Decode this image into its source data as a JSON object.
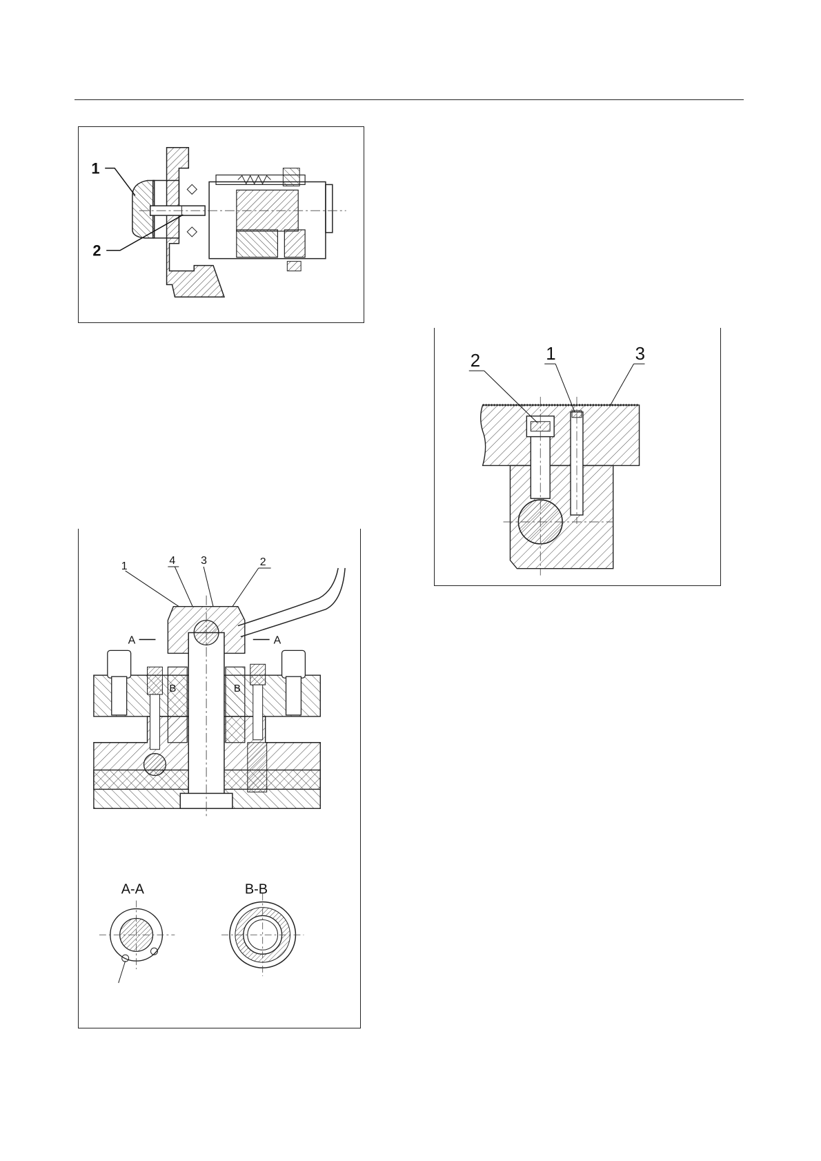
{
  "fig1": {
    "callouts": [
      "1",
      "2"
    ]
  },
  "fig2": {
    "callouts": [
      "2",
      "1",
      "3"
    ]
  },
  "fig3": {
    "callouts": [
      "1",
      "4",
      "3",
      "2"
    ],
    "section_marks": [
      "A",
      "A",
      "B",
      "B"
    ],
    "section_titles": [
      "A-A",
      "B-B"
    ]
  }
}
